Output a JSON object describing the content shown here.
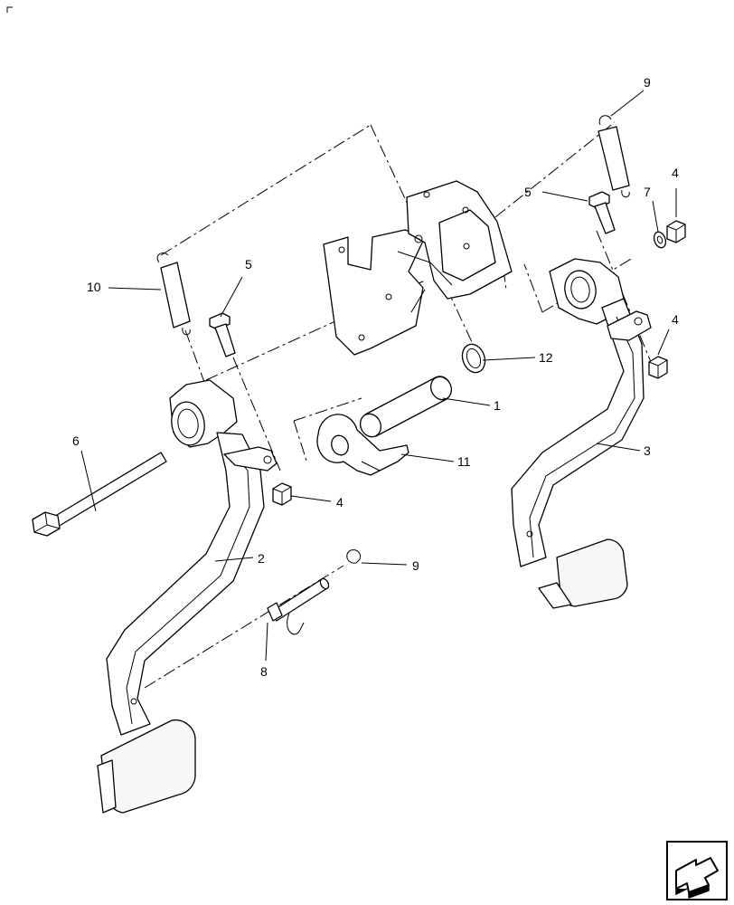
{
  "callouts": [
    {
      "id": "c1",
      "text": "1"
    },
    {
      "id": "c2",
      "text": "2"
    },
    {
      "id": "c3",
      "text": "3"
    },
    {
      "id": "c4a",
      "text": "4"
    },
    {
      "id": "c4b",
      "text": "4"
    },
    {
      "id": "c4c",
      "text": "4"
    },
    {
      "id": "c5a",
      "text": "5"
    },
    {
      "id": "c5b",
      "text": "5"
    },
    {
      "id": "c6",
      "text": "6"
    },
    {
      "id": "c7",
      "text": "7"
    },
    {
      "id": "c8",
      "text": "8"
    },
    {
      "id": "c9a",
      "text": "9"
    },
    {
      "id": "c9b",
      "text": "9"
    },
    {
      "id": "c10",
      "text": "10"
    },
    {
      "id": "c11",
      "text": "11"
    },
    {
      "id": "c12",
      "text": "12"
    }
  ],
  "icons": {
    "corner_mark": "corner-mark-icon",
    "navigation": "arrow-navigation-icon"
  }
}
